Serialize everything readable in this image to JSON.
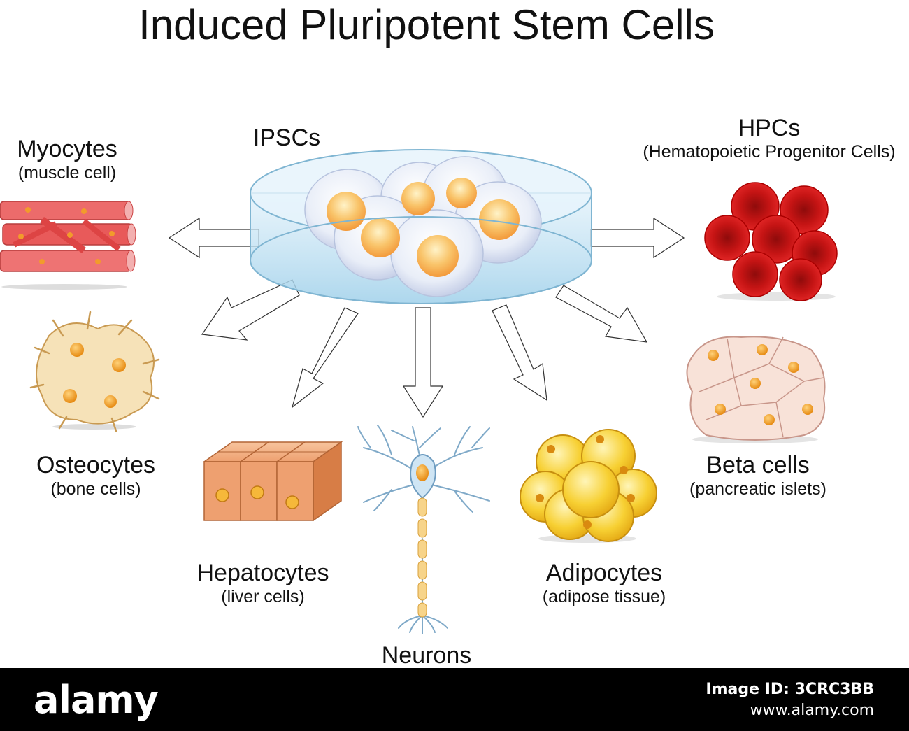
{
  "title": "Induced Pluripotent Stem Cells",
  "source": {
    "label": "IPSCs"
  },
  "cells": {
    "myocytes": {
      "name": "Myocytes",
      "sub": "(muscle cell)"
    },
    "hpcs": {
      "name": "HPCs",
      "sub": "(Hematopoietic Progenitor Cells)"
    },
    "osteocytes": {
      "name": "Osteocytes",
      "sub": "(bone cells)"
    },
    "beta": {
      "name": "Beta cells",
      "sub": "(pancreatic islets)"
    },
    "hepatocytes": {
      "name": "Hepatocytes",
      "sub": "(liver cells)"
    },
    "adipocytes": {
      "name": "Adipocytes",
      "sub": "(adipose tissue)"
    },
    "neurons": {
      "name": "Neurons"
    }
  },
  "footer": {
    "logo": "alamy",
    "image_id_line": "Image ID: 3CRC3BB",
    "url": "www.alamy.com"
  },
  "colors": {
    "dish": "#cfe8f5",
    "ipsc_nucleus": "#f6b24a",
    "muscle": "#e85a5a",
    "blood": "#d41c1c",
    "bone": "#f4ddb0",
    "liver": "#eda06c",
    "neuron": "#a9cce3",
    "fat": "#f5c82a",
    "beta": "#f8e2d8"
  }
}
